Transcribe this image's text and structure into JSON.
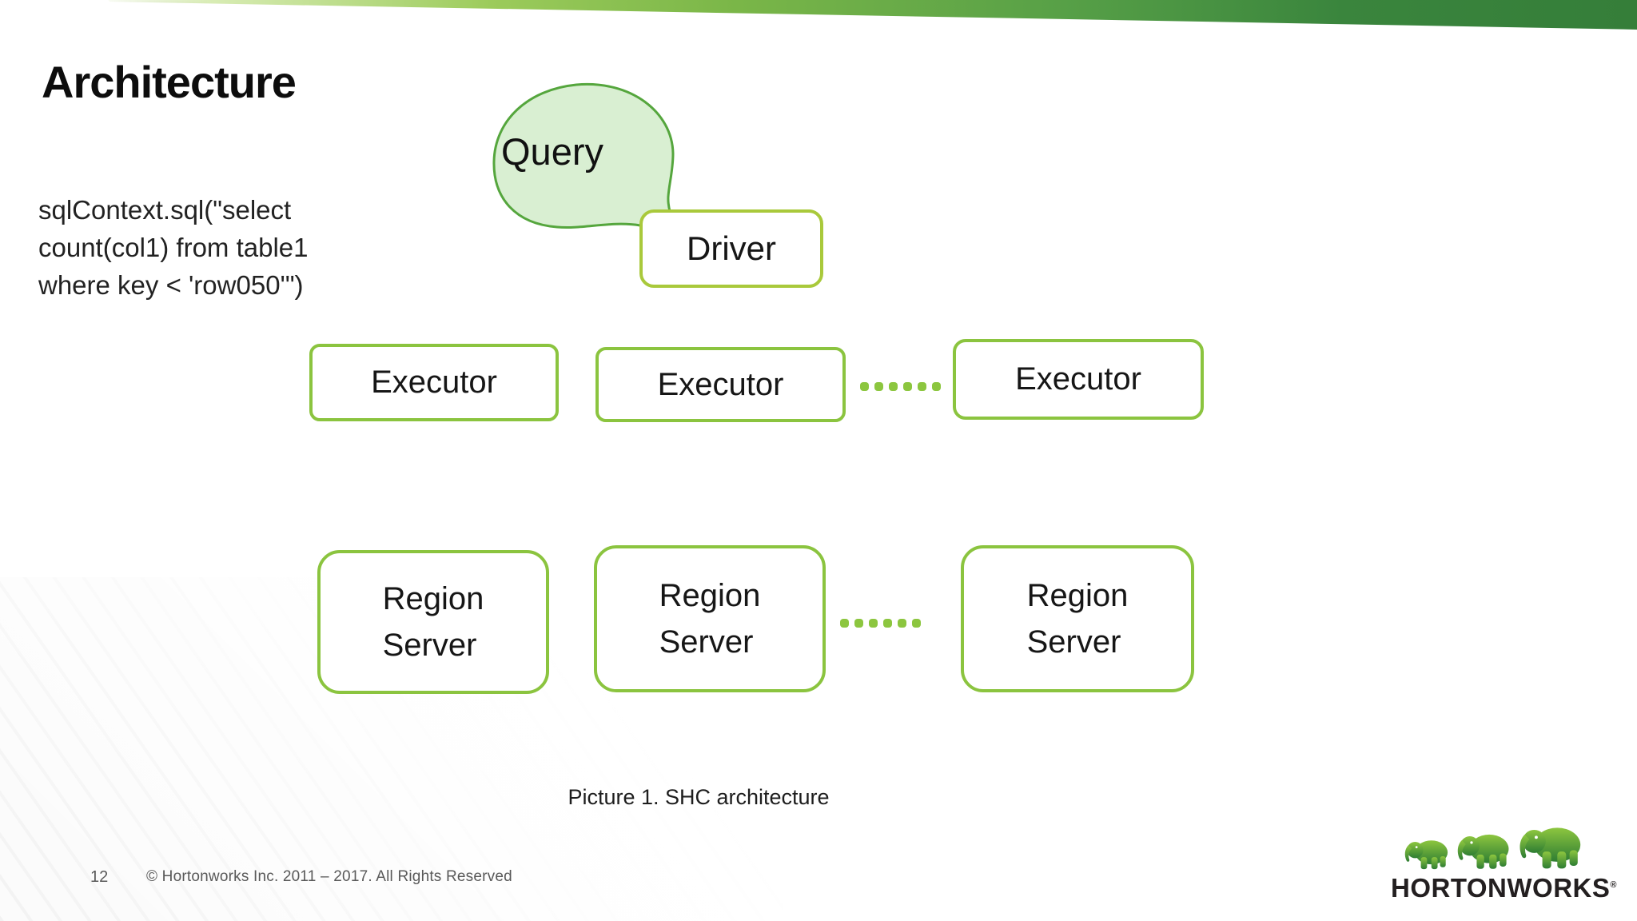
{
  "slide": {
    "title": "Architecture",
    "code_snippet": "sqlContext.sql(\"select\ncount(col1) from table1\nwhere key < 'row050'\")",
    "caption": "Picture 1. SHC architecture",
    "page_number": "12",
    "copyright": "© Hortonworks Inc. 2011 – 2017. All Rights Reserved"
  },
  "diagram": {
    "query_bubble": {
      "label": "Query"
    },
    "driver": {
      "label": "Driver"
    },
    "executors": [
      {
        "label": "Executor"
      },
      {
        "label": "Executor"
      },
      {
        "label": "Executor"
      }
    ],
    "region_servers": [
      {
        "label": "Region\nServer"
      },
      {
        "label": "Region\nServer"
      },
      {
        "label": "Region\nServer"
      }
    ],
    "ellipsis_dot_count": 6
  },
  "logo": {
    "wordmark": "HORTONWORKS",
    "registered_mark": "®",
    "icon": "three-green-elephants"
  },
  "colors": {
    "band_green_dark": "#3a853d",
    "band_green_mid": "#7ab648",
    "node_border_green": "#8bc43f",
    "driver_border_green": "#a9c93b",
    "bubble_fill": "#d9efd2",
    "bubble_stroke": "#55a63d",
    "dot_green": "#8cc63f",
    "text_dark": "#1c1c1c",
    "footer_gray": "#595959",
    "logo_green_light": "#8dc63f",
    "logo_green_dark": "#2e7d33",
    "logo_text": "#231f20"
  }
}
